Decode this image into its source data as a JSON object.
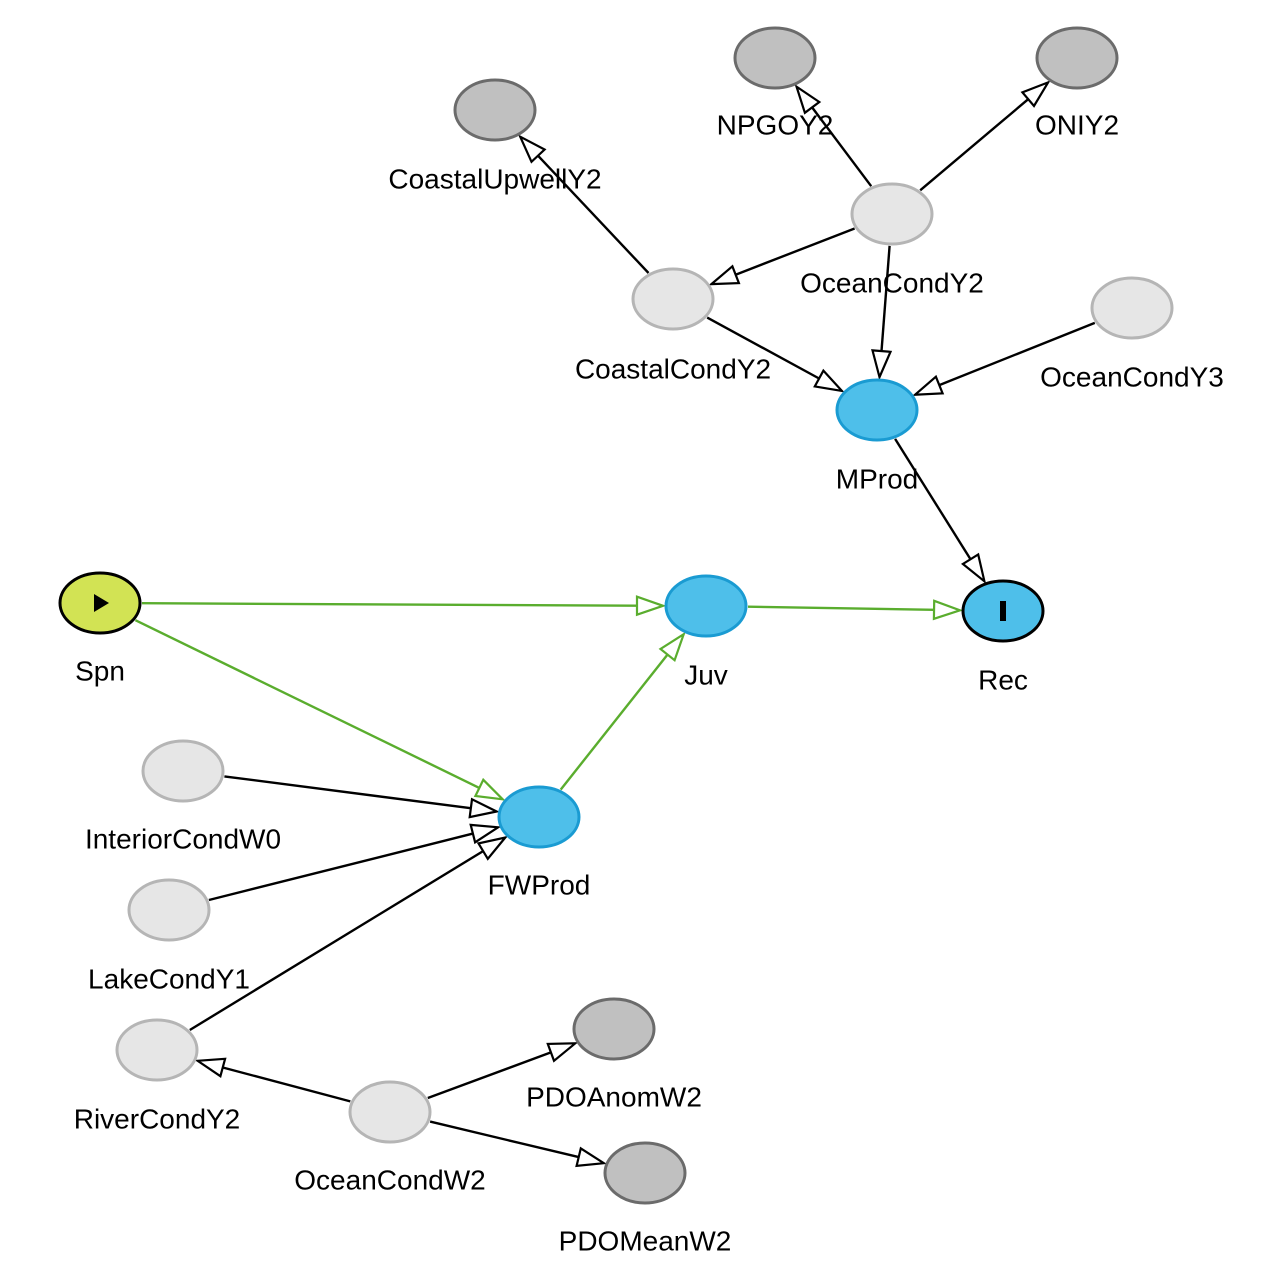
{
  "colors": {
    "observed_fill": "#c0c0c0",
    "observed_stroke": "#6b6b6b",
    "latent_fill": "#e6e6e6",
    "latent_stroke": "#b5b5b5",
    "process_fill": "#4ebfea",
    "process_stroke": "#1a9bd2",
    "start_fill": "#d2e354",
    "black_edge": "#000000",
    "green_edge": "#5aad2e"
  },
  "nodes": [
    {
      "id": "NPGOY2",
      "label": "NPGOY2",
      "kind": "observed"
    },
    {
      "id": "ONIY2",
      "label": "ONIY2",
      "kind": "observed"
    },
    {
      "id": "CoastalUpwellY2",
      "label": "CoastalUpwellY2",
      "kind": "observed"
    },
    {
      "id": "OceanCondY2",
      "label": "OceanCondY2",
      "kind": "latent"
    },
    {
      "id": "CoastalCondY2",
      "label": "CoastalCondY2",
      "kind": "latent"
    },
    {
      "id": "OceanCondY3",
      "label": "OceanCondY3",
      "kind": "latent"
    },
    {
      "id": "MProd",
      "label": "MProd",
      "kind": "process"
    },
    {
      "id": "Spn",
      "label": "Spn",
      "kind": "start",
      "icon": "play-icon"
    },
    {
      "id": "Juv",
      "label": "Juv",
      "kind": "process"
    },
    {
      "id": "Rec",
      "label": "Rec",
      "kind": "end",
      "icon": "bar-icon"
    },
    {
      "id": "InteriorCondW0",
      "label": "InteriorCondW0",
      "kind": "latent"
    },
    {
      "id": "FWProd",
      "label": "FWProd",
      "kind": "process"
    },
    {
      "id": "LakeCondY1",
      "label": "LakeCondY1",
      "kind": "latent"
    },
    {
      "id": "RiverCondY2",
      "label": "RiverCondY2",
      "kind": "latent"
    },
    {
      "id": "OceanCondW2",
      "label": "OceanCondW2",
      "kind": "latent"
    },
    {
      "id": "PDOAnomW2",
      "label": "PDOAnomW2",
      "kind": "observed"
    },
    {
      "id": "PDOMeanW2",
      "label": "PDOMeanW2",
      "kind": "observed"
    }
  ],
  "edges": [
    {
      "from": "OceanCondY2",
      "to": "NPGOY2",
      "color": "black"
    },
    {
      "from": "OceanCondY2",
      "to": "ONIY2",
      "color": "black"
    },
    {
      "from": "OceanCondY2",
      "to": "CoastalCondY2",
      "color": "black"
    },
    {
      "from": "OceanCondY2",
      "to": "MProd",
      "color": "black"
    },
    {
      "from": "CoastalCondY2",
      "to": "CoastalUpwellY2",
      "color": "black"
    },
    {
      "from": "CoastalCondY2",
      "to": "MProd",
      "color": "black"
    },
    {
      "from": "OceanCondY3",
      "to": "MProd",
      "color": "black"
    },
    {
      "from": "MProd",
      "to": "Rec",
      "color": "black"
    },
    {
      "from": "Spn",
      "to": "Juv",
      "color": "green"
    },
    {
      "from": "Spn",
      "to": "FWProd",
      "color": "green"
    },
    {
      "from": "Juv",
      "to": "Rec",
      "color": "green"
    },
    {
      "from": "FWProd",
      "to": "Juv",
      "color": "green"
    },
    {
      "from": "InteriorCondW0",
      "to": "FWProd",
      "color": "black"
    },
    {
      "from": "LakeCondY1",
      "to": "FWProd",
      "color": "black"
    },
    {
      "from": "RiverCondY2",
      "to": "FWProd",
      "color": "black"
    },
    {
      "from": "OceanCondW2",
      "to": "RiverCondY2",
      "color": "black"
    },
    {
      "from": "OceanCondW2",
      "to": "PDOAnomW2",
      "color": "black"
    },
    {
      "from": "OceanCondW2",
      "to": "PDOMeanW2",
      "color": "black"
    }
  ]
}
